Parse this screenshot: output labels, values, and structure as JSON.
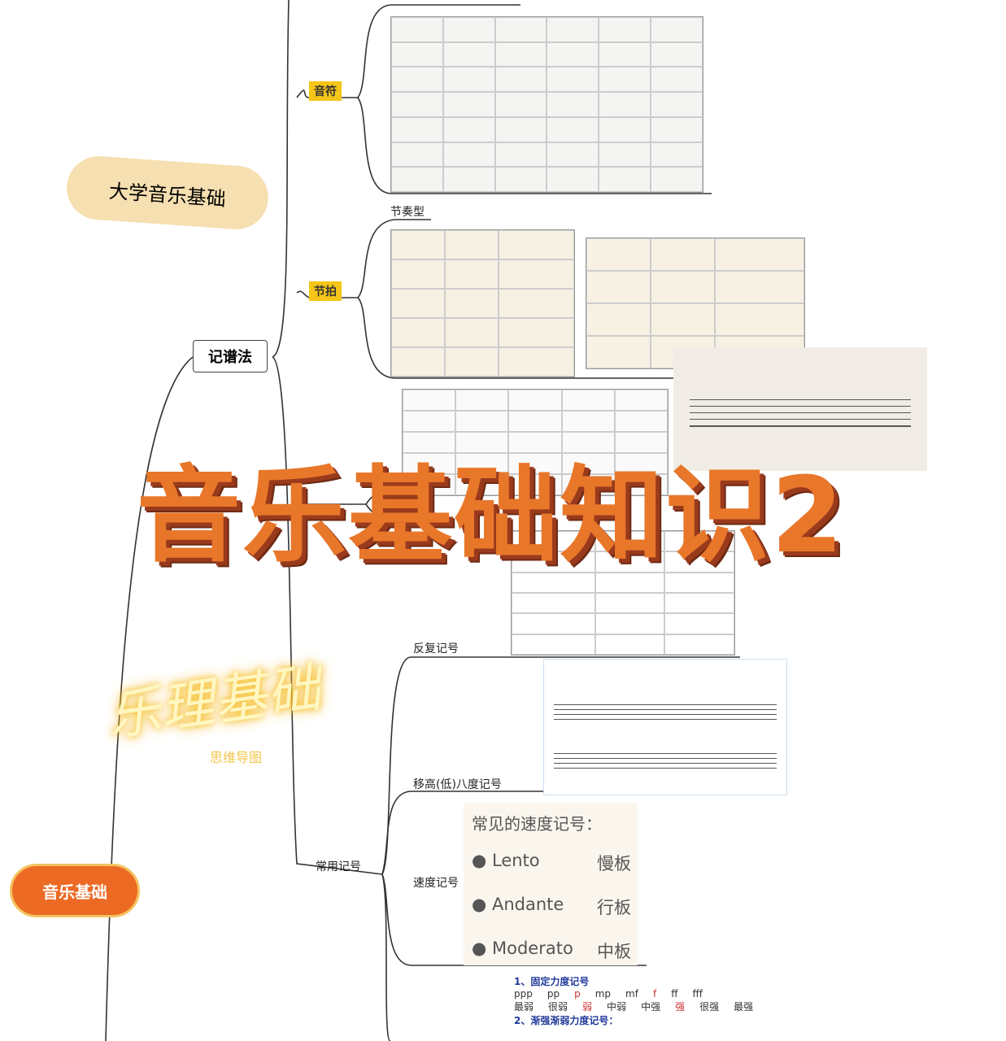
{
  "overlay": {
    "title": "音乐基础知识2",
    "watermark": "乐理基础",
    "watermark_sub": "思维导图",
    "bubble": "大学音乐基础"
  },
  "root": {
    "label": "音乐基础",
    "color": "#ec6a24"
  },
  "branches": {
    "notation": "记谱法",
    "notes": "音符",
    "beat": "节拍",
    "rhythm": "节奏型",
    "common": "常用记号",
    "repeat": "反复记号",
    "octave": "移高(低)八度记号",
    "tempo": "速度记号"
  },
  "tempo_card": {
    "heading": "常见的速度记号：",
    "items": [
      {
        "term": "Lento",
        "cn": "慢板"
      },
      {
        "term": "Andante",
        "cn": "行板"
      },
      {
        "term": "Moderato",
        "cn": "中板"
      }
    ]
  },
  "dynamics_card": {
    "heading1": "1、固定力度记号",
    "marks": [
      "ppp",
      "pp",
      "p",
      "mp",
      "mf",
      "f",
      "ff",
      "fff"
    ],
    "meanings": [
      "最弱",
      "很弱",
      "弱",
      "中弱",
      "中强",
      "强",
      "很强",
      "最强"
    ],
    "heading2": "2、渐强渐弱力度记号："
  },
  "colors": {
    "title": "#e8772a",
    "tag": "#f5c518"
  }
}
